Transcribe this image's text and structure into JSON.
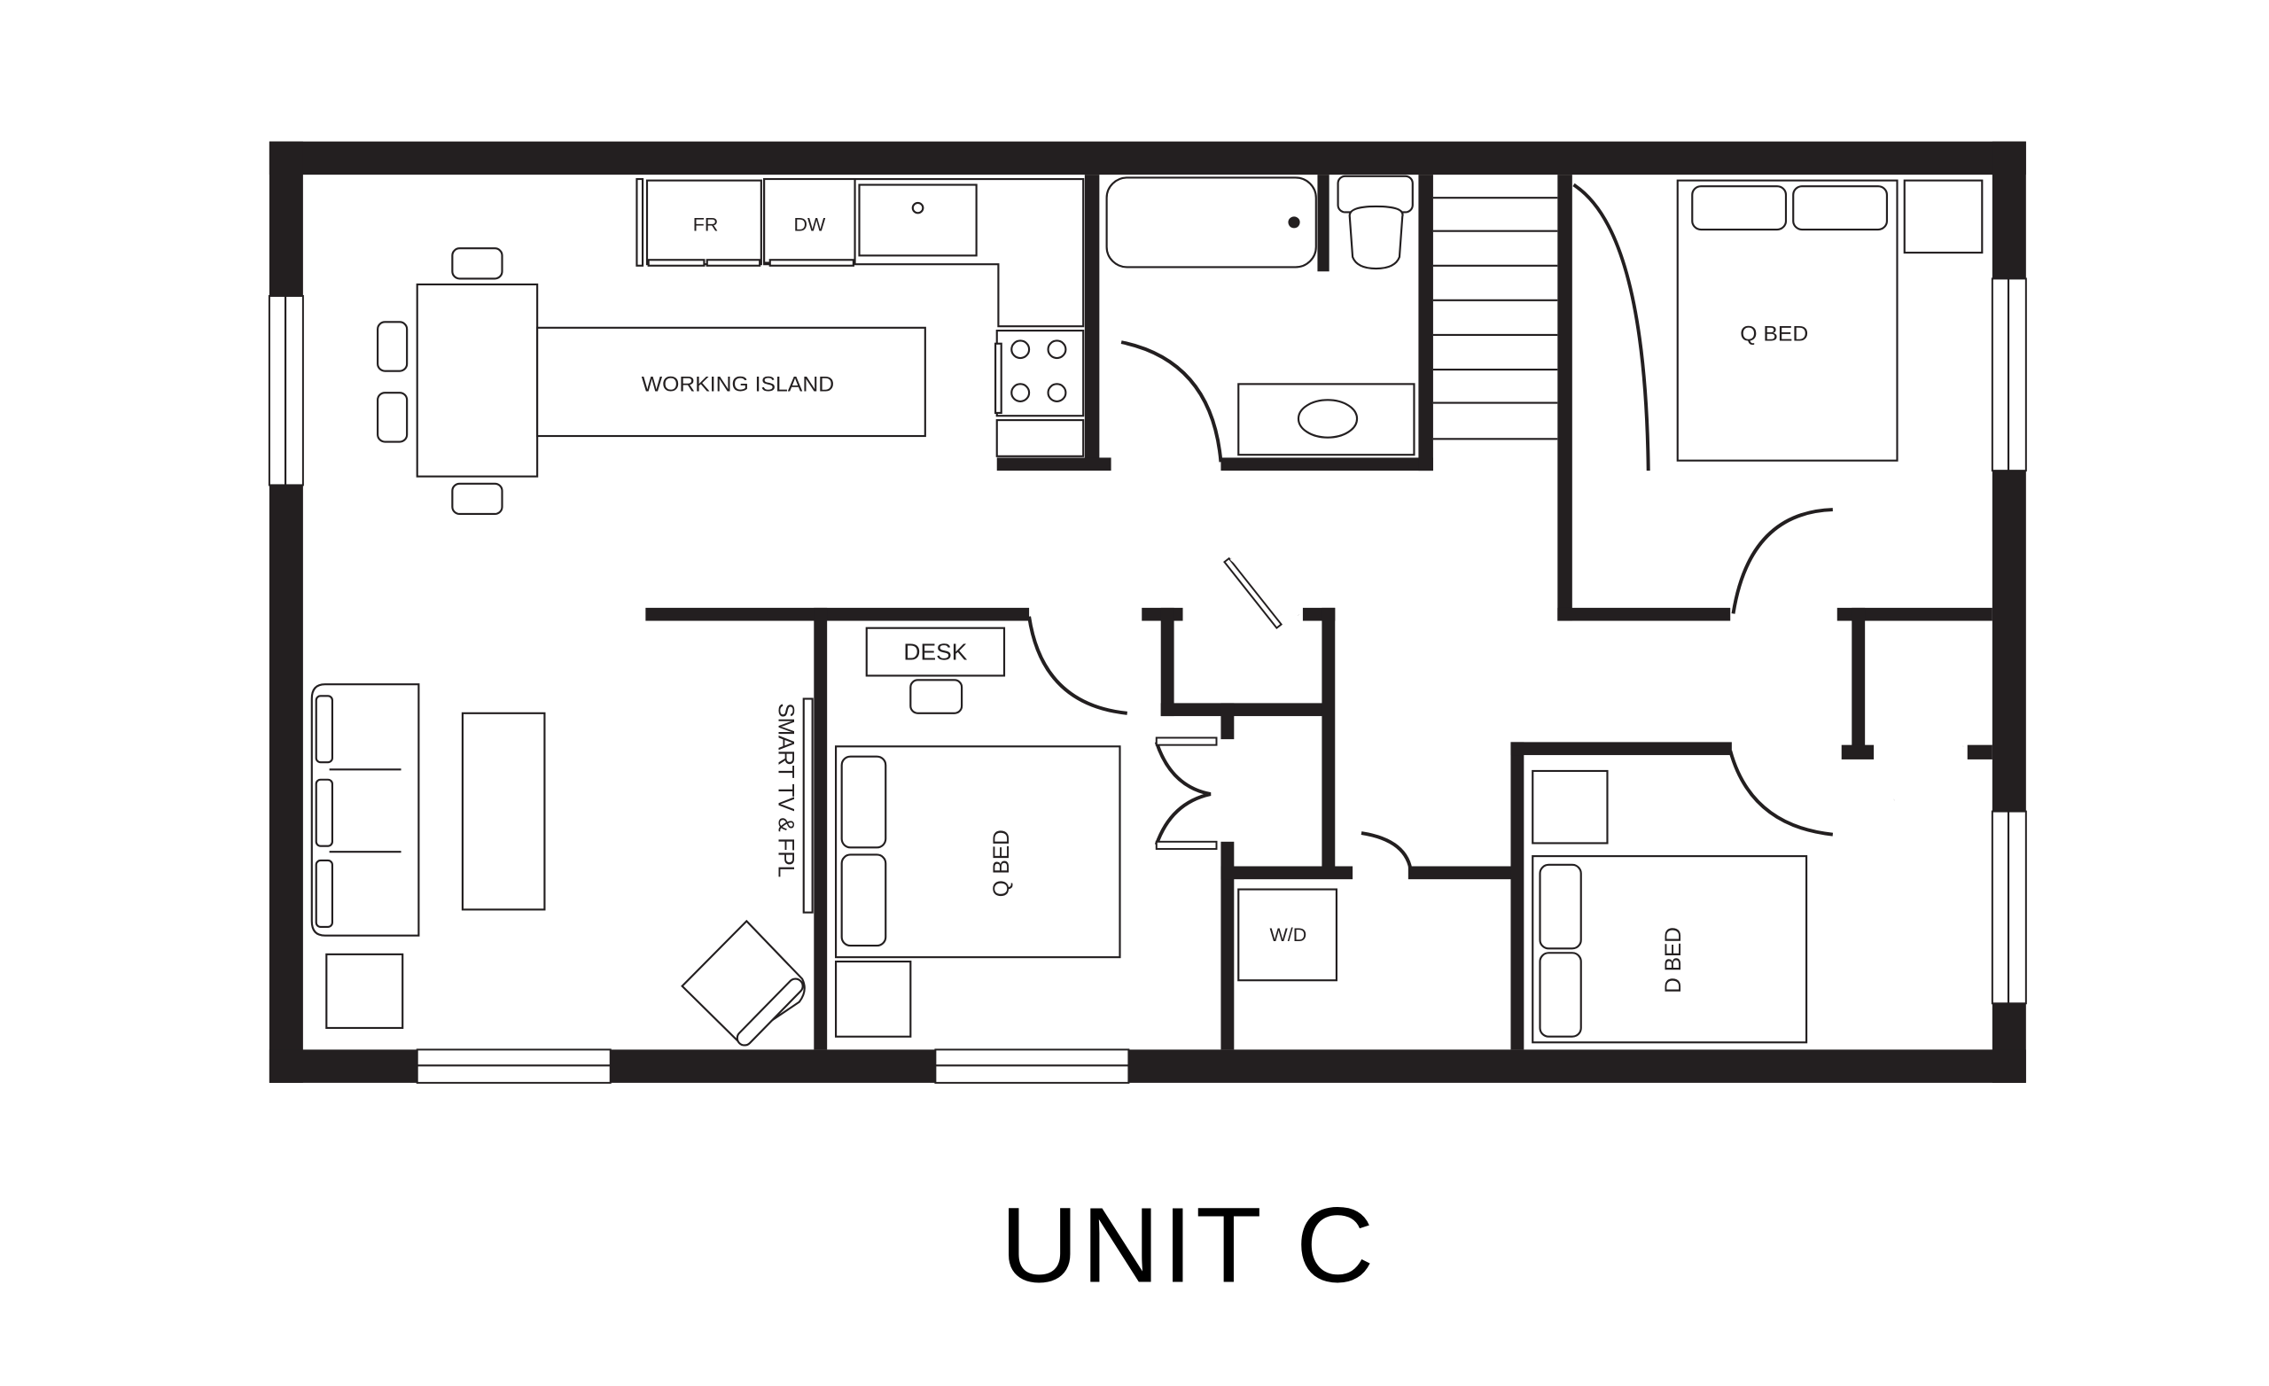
{
  "plan": {
    "title": "UNIT C",
    "wall_color": "#231f20",
    "background": "#ffffff"
  },
  "kitchen": {
    "fridge_label": "FR",
    "dishwasher_label": "DW",
    "island_label": "WORKING ISLAND"
  },
  "living": {
    "tv_label": "SMART TV & FPL"
  },
  "bedroom_1": {
    "bed_label": "Q BED",
    "desk_label": "DESK"
  },
  "bedroom_2": {
    "bed_label": "Q BED"
  },
  "bedroom_3": {
    "bed_label": "D BED"
  },
  "laundry": {
    "label": "W/D"
  }
}
